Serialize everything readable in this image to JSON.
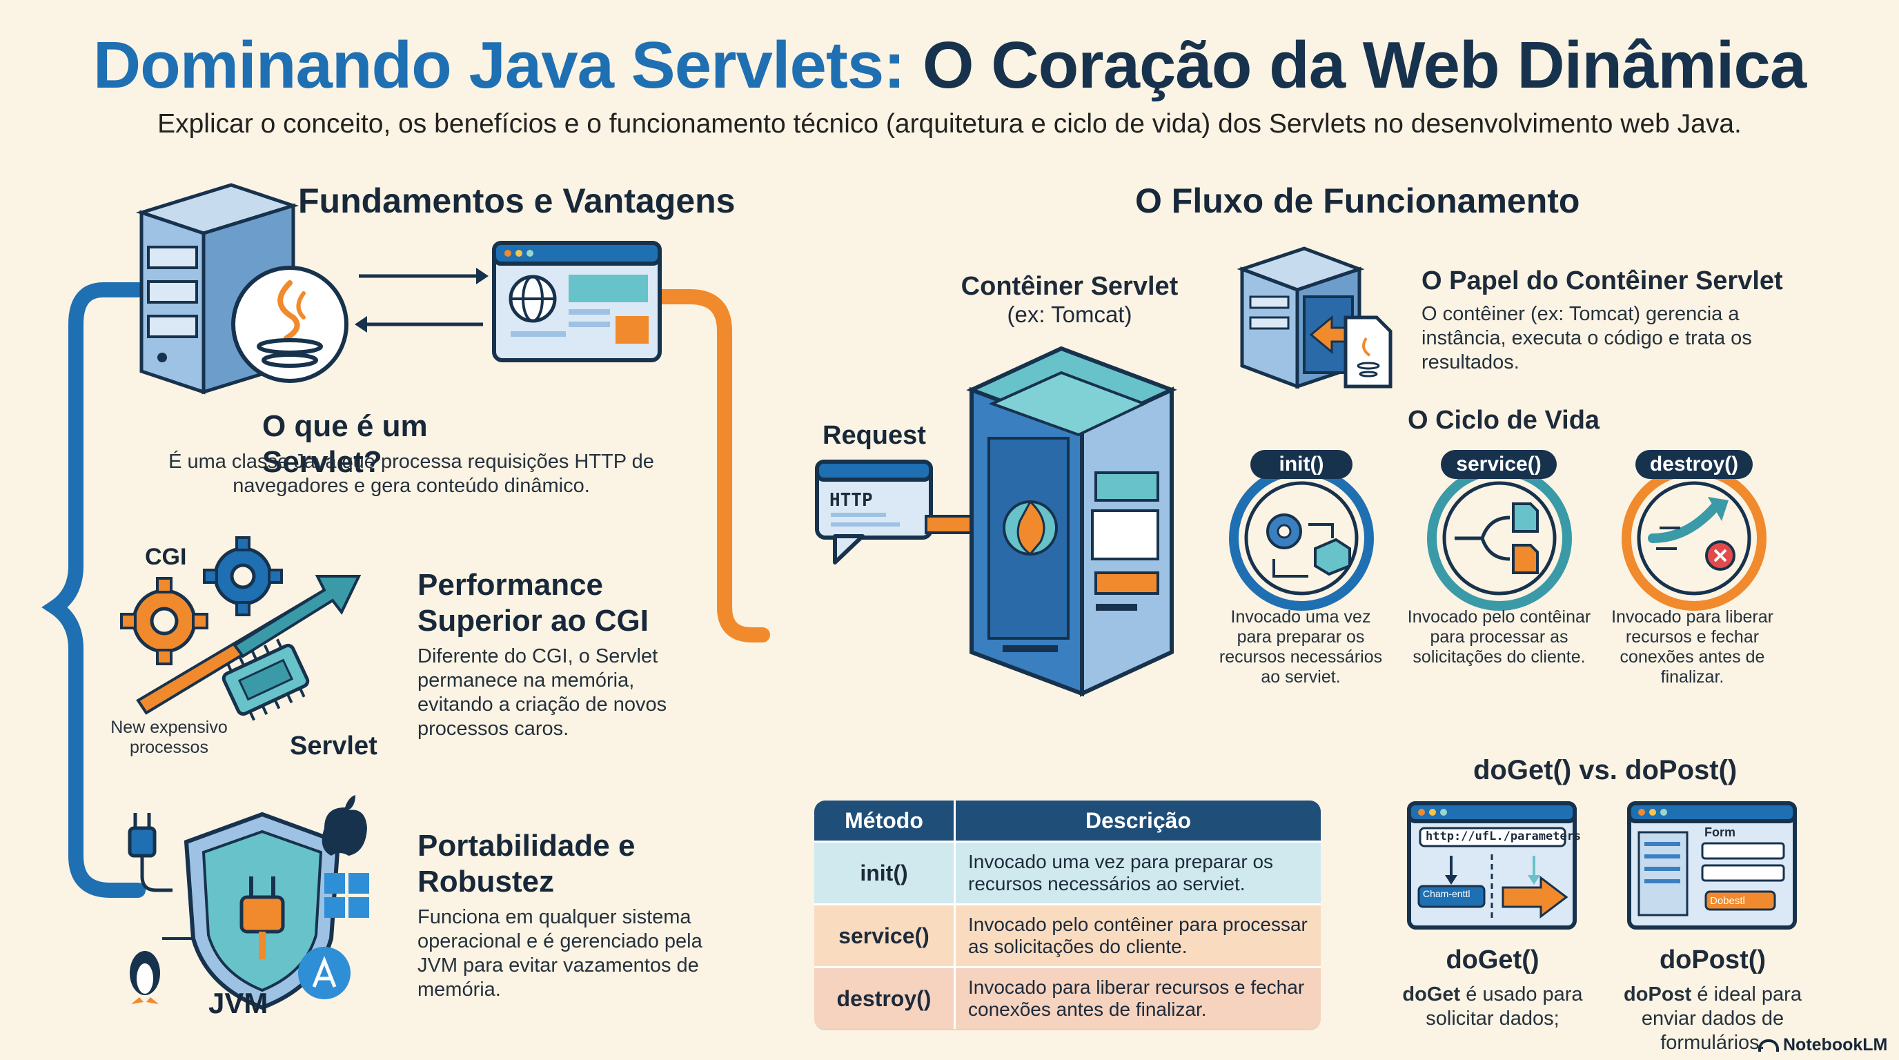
{
  "header": {
    "title_part1": "Dominando Java Servlets:",
    "title_part2": "O Coração da Web Dinâmica",
    "subtitle": "Explicar o conceito, os benefícios e o funcionamento técnico (arquitetura e ciclo de vida) dos Servlets no desenvolvimento web Java."
  },
  "left": {
    "heading": "Fundamentos e Vantagens",
    "what": {
      "title": "O que é um Servlet?",
      "text": "É uma classe Java que processa requisições HTTP de navegadores e gera conteúdo dinâmico."
    },
    "perf": {
      "title": "Performance Superior ao CGI",
      "text": "Diferente do CGI, o Servlet permanece na memória, evitando a criação de novos processos caros.",
      "cgi_label": "CGI",
      "new_label": "New expensivo processos",
      "servlet_label": "Servlet"
    },
    "port": {
      "title": "Portabilidade e Robustez",
      "text": "Funciona em qualquer sistema operacional e é gerenciado pela JVM para evitar vazamentos de memória.",
      "jvm_label": "JVM"
    }
  },
  "right": {
    "heading": "O Fluxo de Funcionamento",
    "container_title": "Contêiner Servlet",
    "container_sub": "(ex: Tomcat)",
    "request_label": "Request",
    "http_label": "HTTP",
    "role": {
      "title": "O Papel do Contêiner Servlet",
      "text": "O contêiner (ex: Tomcat) gerencia a instância, executa o código e trata os resultados."
    },
    "lifecycle": {
      "title": "O Ciclo de Vida",
      "stages": [
        {
          "name": "init()",
          "text": "Invocado uma vez para preparar os recursos necessários ao serviet.",
          "color": "#1f6fb3"
        },
        {
          "name": "service()",
          "text": "Invocado pelo contêinar para processar as solicitações do cliente.",
          "color": "#3a9aa8"
        },
        {
          "name": "destroy()",
          "text": "Invocado para liberar recursos e fechar conexões antes de finalizar.",
          "color": "#f08a2c"
        }
      ]
    },
    "table": {
      "headers": [
        "Método",
        "Descrição"
      ],
      "rows": [
        {
          "method": "init()",
          "desc": "Invocado uma vez para preparar os recursos necessários ao serviet."
        },
        {
          "method": "service()",
          "desc": "Invocado pelo contêiner para processar as solicitações do cliente."
        },
        {
          "method": "destroy()",
          "desc": "Invocado para liberar recursos e fechar conexões antes de finalizar."
        }
      ]
    },
    "compare": {
      "title": "doGet() vs. doPost()",
      "get": {
        "name": "doGet()",
        "bold": "doGet",
        "text": " é usado para solicitar dados;",
        "url": "http://ufL./parameters",
        "btn": "Cham-enttl"
      },
      "post": {
        "name": "doPost()",
        "bold": "doPost",
        "text": " é ideal para enviar dados de formulários.",
        "form": "Form",
        "btn": "Dobestl"
      }
    }
  },
  "footer": {
    "brand": "NotebookLM"
  },
  "colors": {
    "blue": "#1f6fb3",
    "navy": "#17324d",
    "orange": "#f08a2c",
    "teal": "#3a9aa8",
    "cream": "#fbf3e3"
  }
}
